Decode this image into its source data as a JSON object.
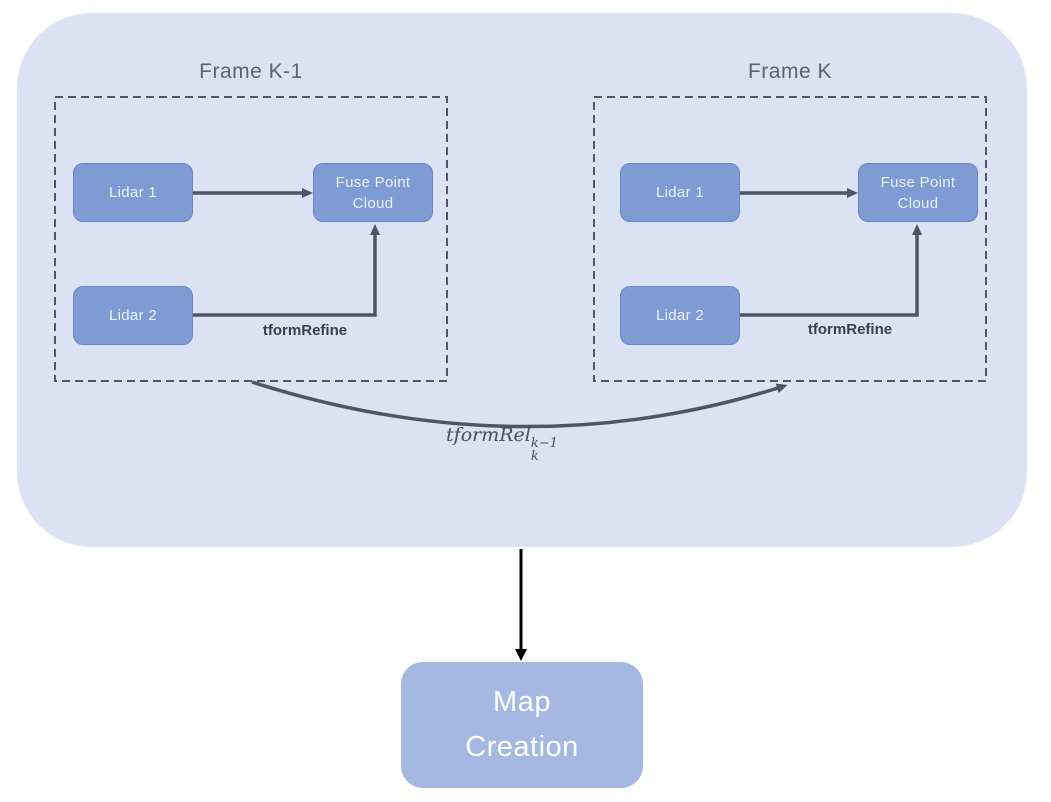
{
  "diagram": {
    "frames": [
      {
        "title": "Frame K-1",
        "lidar1_label": "Lidar 1",
        "lidar2_label": "Lidar 2",
        "fuse_label": "Fuse Point Cloud",
        "refine_label": "tformRefine"
      },
      {
        "title": "Frame K",
        "lidar1_label": "Lidar 1",
        "lidar2_label": "Lidar 2",
        "fuse_label": "Fuse Point Cloud",
        "refine_label": "tformRefine"
      }
    ],
    "relative_transform": {
      "base": "tformRel",
      "superscript": "k−1",
      "subscript": "k"
    },
    "map_creation_label": "Map Creation"
  },
  "colors": {
    "container_fill": "#DAE2F3",
    "node_fill": "#7E9BD3",
    "node_border": "#6C86C3",
    "node_text": "#EAF0F8",
    "map_node_fill": "#A5B8E2",
    "map_node_text": "#FDFEFF",
    "frame_border": "#4D5766",
    "arrow": "#4D5663",
    "down_arrow": "#000000",
    "title_text": "#5A6372",
    "refine_text": "#39414E",
    "rel_label_text": "#474F5E"
  }
}
